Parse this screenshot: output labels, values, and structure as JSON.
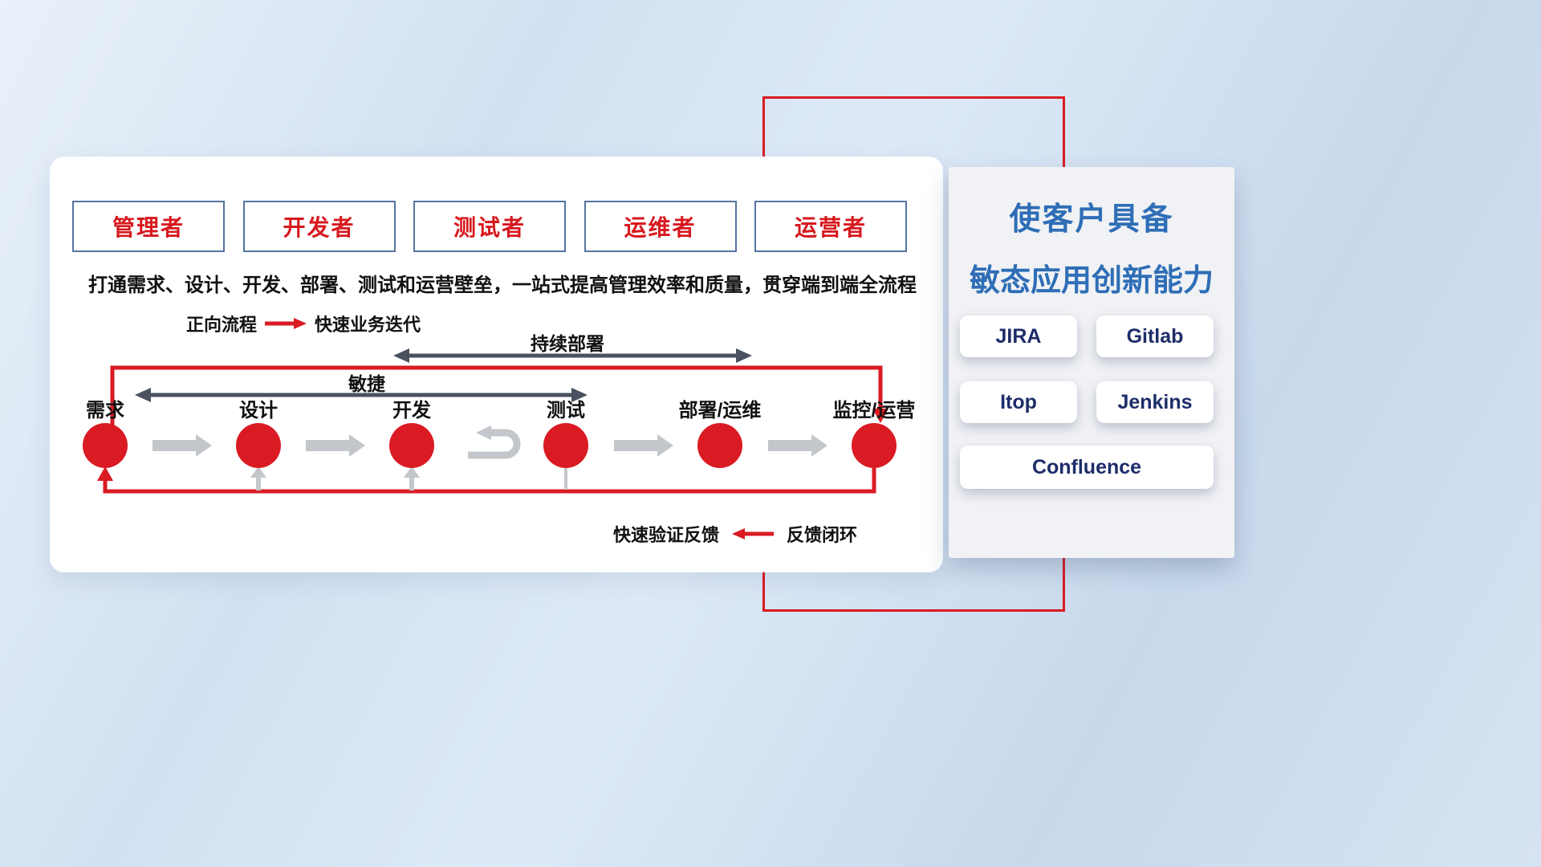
{
  "main_card": {
    "roles": [
      "管理者",
      "开发者",
      "测试者",
      "运维者",
      "运营者"
    ],
    "subtitle": "打通需求、设计、开发、部署、测试和运营壁垒，一站式提高管理效率和质量，贯穿端到端全流程",
    "forward_legend": {
      "label": "正向流程",
      "value": "快速业务迭代"
    },
    "feedback_legend": {
      "label": "快速验证反馈",
      "value": "反馈闭环"
    },
    "flow": {
      "continuous_deployment_label": "持续部署",
      "agile_label": "敏捷",
      "stages": [
        "需求",
        "设计",
        "开发",
        "测试",
        "部署/运维",
        "监控/运营"
      ]
    }
  },
  "right_panel": {
    "title_line1": "使客户具备",
    "title_line2": "敏态应用创新能力",
    "tools": [
      "JIRA",
      "Gitlab",
      "Itop",
      "Jenkins",
      "Confluence"
    ]
  },
  "colors": {
    "accent_red": "#da1b23",
    "title_blue": "#2e6eb6",
    "tool_text_navy": "#1d2d69",
    "arrow_dark": "#49525e",
    "arrow_gray": "#c3c7cb"
  }
}
